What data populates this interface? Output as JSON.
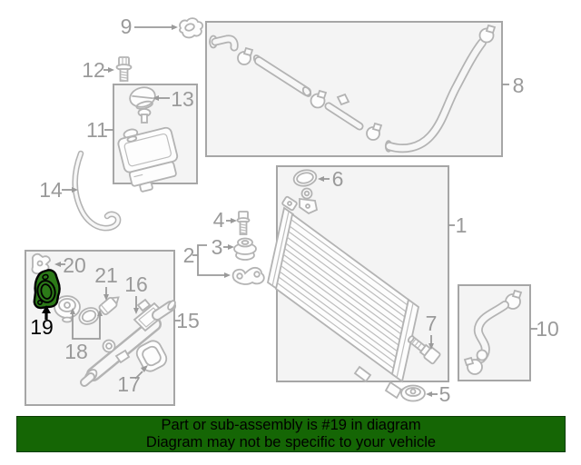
{
  "banner": {
    "line1": "Part or sub-assembly is #19 in diagram",
    "line2": "Diagram may not be specific to your vehicle",
    "background_color": "#156605",
    "text_color": "#000000"
  },
  "diagram": {
    "highlighted_part": "19",
    "style": {
      "line_color": "#b3b3b3",
      "label_color": "#9a9a9a",
      "box_fill": "#f4f4f4",
      "box_border": "#a6a6a6",
      "highlight_fill": "#2c7a18",
      "highlight_line": "#000000"
    },
    "labels": {
      "n1": "1",
      "n2": "2",
      "n3": "3",
      "n4": "4",
      "n5": "5",
      "n6": "6",
      "n7": "7",
      "n8": "8",
      "n9": "9",
      "n10": "10",
      "n11": "11",
      "n12": "12",
      "n13": "13",
      "n14": "14",
      "n15": "15",
      "n16": "16",
      "n17": "17",
      "n18": "18",
      "n19": "19",
      "n20": "20",
      "n21": "21"
    }
  }
}
